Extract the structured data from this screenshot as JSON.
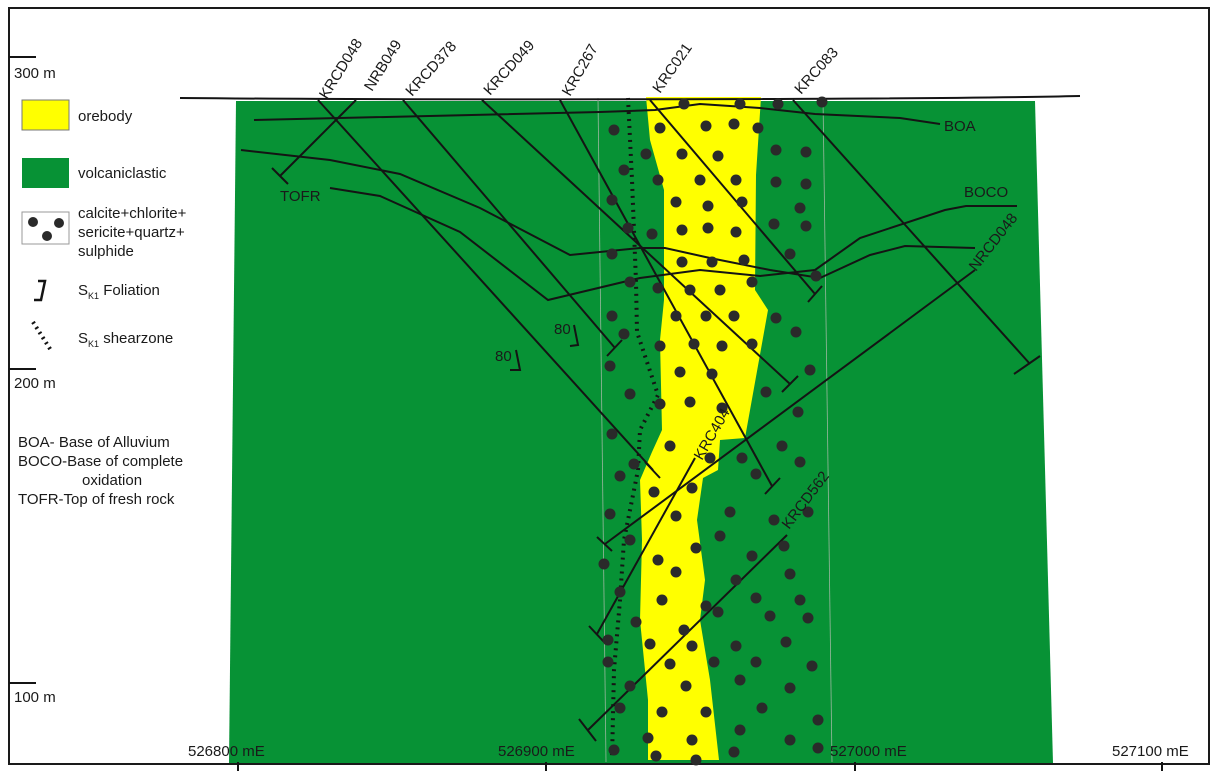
{
  "colors": {
    "volcaniclastic": "#079235",
    "orebody": "#ffff00",
    "alteration_dot": "#2a2a2a",
    "line": "#141414",
    "frame": "#1a1a1a"
  },
  "legend": {
    "orebody": "orebody",
    "volcaniclastic": "volcaniclastic",
    "alteration": [
      "calcite+chlorite+",
      "sericite+quartz+",
      "sulphide"
    ],
    "foliation_s": "S",
    "foliation_sub": "K1",
    "foliation_rest": " Foliation",
    "shearzone_s": "S",
    "shearzone_sub": "K1",
    "shearzone_rest": " shearzone"
  },
  "abbreviations": [
    "BOA- Base of Alluvium",
    "BOCO-Base of complete",
    "oxidation",
    "TOFR-Top of fresh rock"
  ],
  "elevations": [
    "300 m",
    "200 m",
    "100 m"
  ],
  "eastings": [
    "526800 mE",
    "526900 mE",
    "527000 mE",
    "527100 mE"
  ],
  "boundaries": {
    "boa": "BOA",
    "boco": "BOCO",
    "tofr": "TOFR"
  },
  "holes": [
    "KRCD048",
    "NRB049",
    "KRCD378",
    "KRCD049",
    "KRC267",
    "KRC021",
    "KRC083",
    "NRCD048",
    "KRC404",
    "KRCD562"
  ],
  "dips": [
    "80",
    "80"
  ]
}
